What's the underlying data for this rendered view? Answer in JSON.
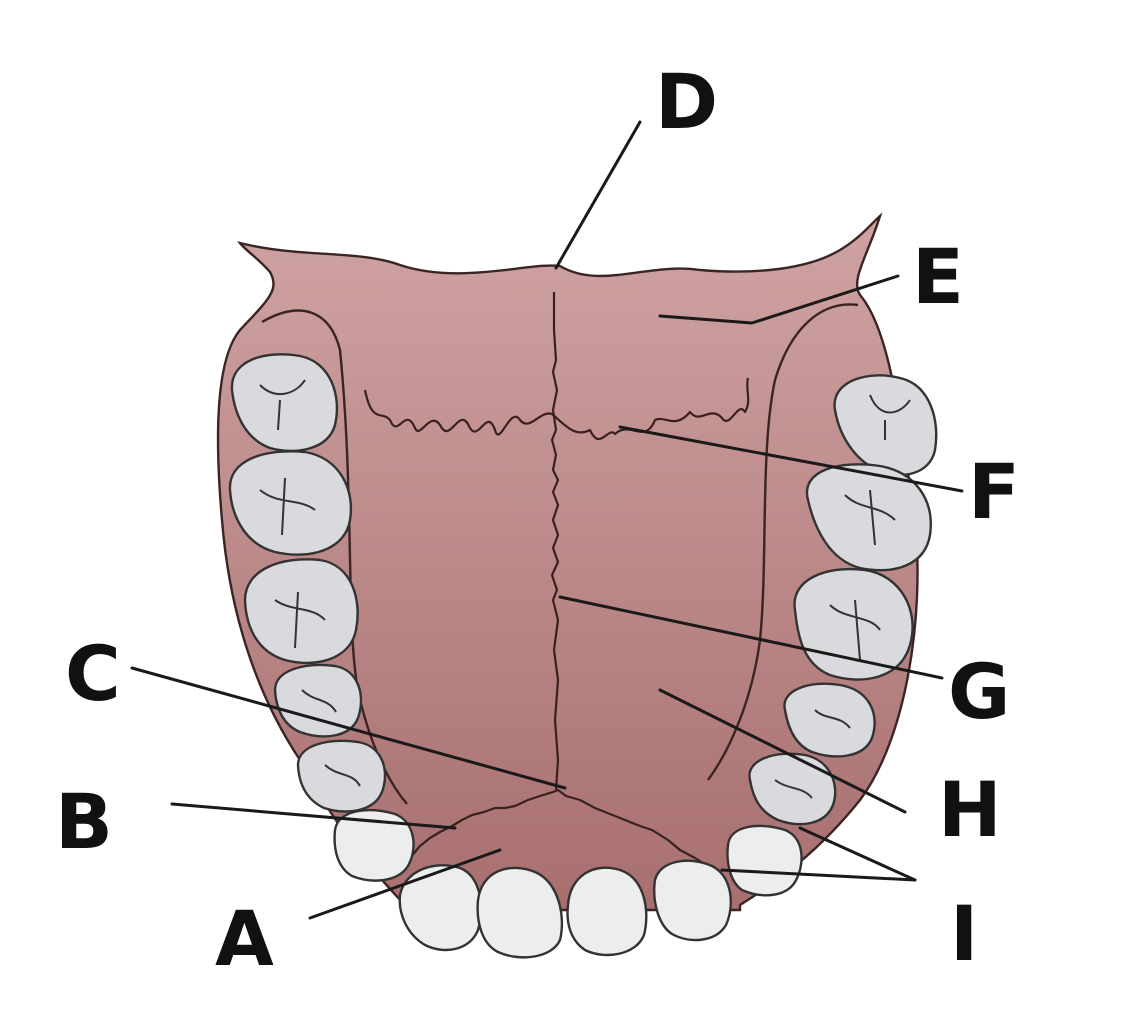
{
  "labels": {
    "A": "A",
    "B": "B",
    "C": "C",
    "D": "D",
    "E": "E",
    "F": "F",
    "G": "G",
    "H": "H",
    "I": "I"
  },
  "colors": {
    "palate": "#c69898",
    "palate_dark": "#a86f6f",
    "tooth": "#d9dadd",
    "tooth_front": "#eceded",
    "line": "#1a1a1a"
  }
}
